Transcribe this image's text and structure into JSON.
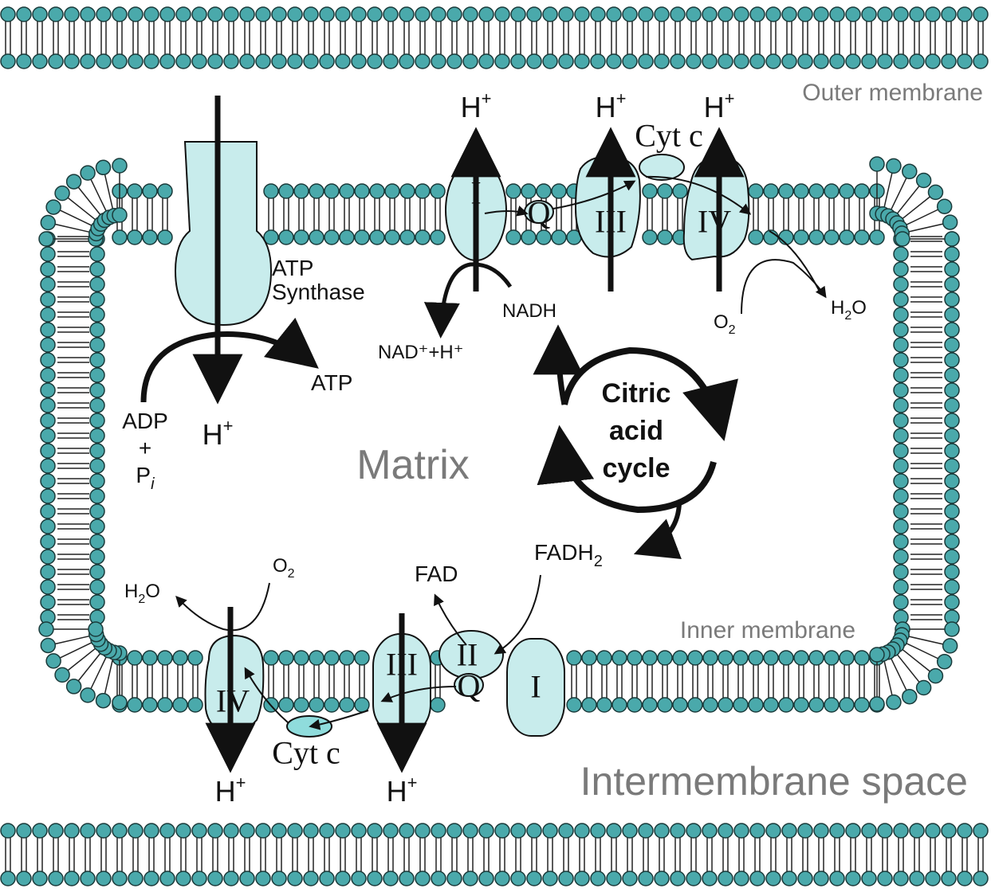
{
  "regions": {
    "outer_membrane": "Outer membrane",
    "inner_membrane": "Inner membrane",
    "matrix": "Matrix",
    "intermembrane_space": "Intermembrane space"
  },
  "cycle": {
    "line1": "Citric",
    "line2": "acid",
    "line3": "cycle"
  },
  "complexes": {
    "i": "I",
    "ii": "II",
    "iii": "III",
    "iv": "IV",
    "q": "Q",
    "cyt_c": "Cyt c"
  },
  "atp_synthase": {
    "line1": "ATP",
    "line2": "Synthase"
  },
  "species": {
    "h": "H",
    "plus": "+",
    "atp": "ATP",
    "adp": "ADP",
    "p": "P",
    "i_sub": "i",
    "nadh": "NADH",
    "nad_plus_h": "NAD⁺+H⁺",
    "fadh": "FADH",
    "two": "2",
    "fad": "FAD",
    "o": "O",
    "water_h": "H",
    "water_o": "O"
  },
  "colors": {
    "head": "#4aa9ab",
    "complex_fill": "#c8ecec",
    "outline": "#111111",
    "region_text": "#7a7a7a"
  }
}
